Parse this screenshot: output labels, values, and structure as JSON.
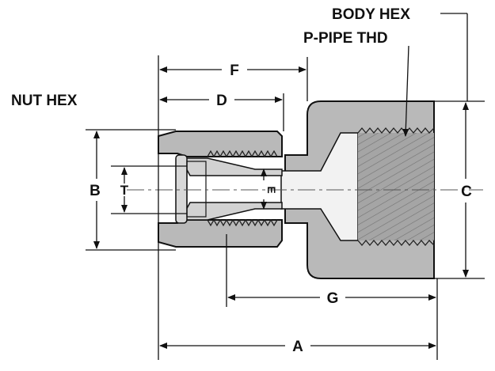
{
  "labels": {
    "body_hex": "BODY HEX",
    "pipe_thread": "P-PIPE THD",
    "nut_hex": "NUT HEX",
    "dim_a": "A",
    "dim_b": "B",
    "dim_c": "C",
    "dim_d": "D",
    "dim_e": "E",
    "dim_f": "F",
    "dim_g": "G",
    "dim_t": "T"
  },
  "colors": {
    "body_fill": "#b9b9b9",
    "cavity_fill": "#f2f2f2",
    "line": "#111111"
  }
}
